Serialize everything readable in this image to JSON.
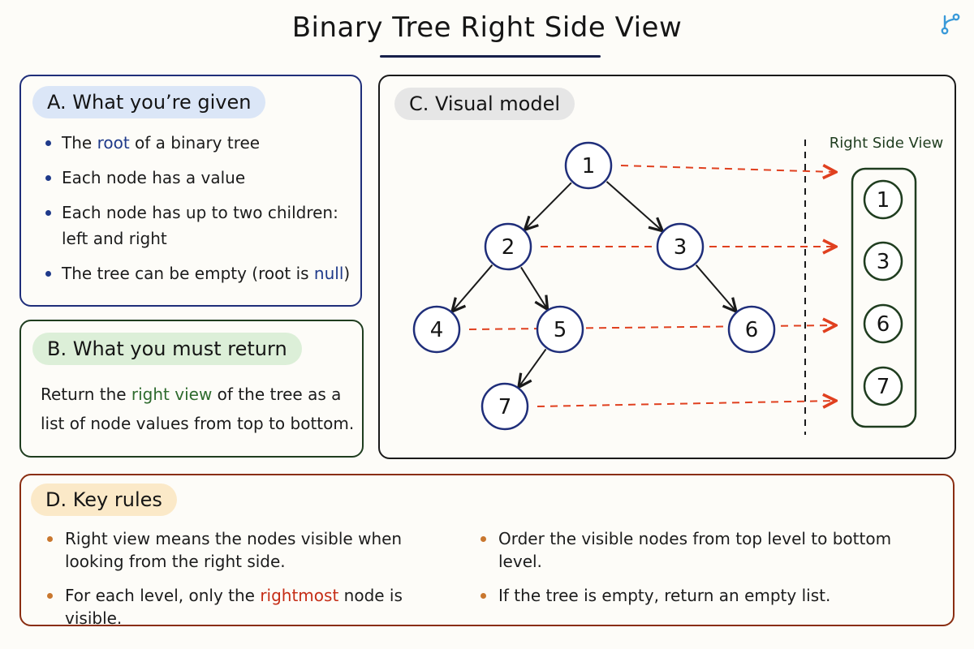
{
  "title": "Binary Tree Right Side View",
  "colors": {
    "accent_blue": "#1f3a8a",
    "accent_green": "#2e6b2e",
    "accent_red": "#c52d16",
    "arrow_red": "#e0401f",
    "node_border": "#1f2e7a"
  },
  "logo_icon": "branch-icon",
  "section_a": {
    "heading": "A. What you’re given",
    "items": [
      {
        "before": "The ",
        "highlight": "root",
        "after": " of a binary tree"
      },
      {
        "text": "Each node has a value"
      },
      {
        "text": "Each node has up to two children: left and right"
      },
      {
        "before": "The tree can be empty (root is ",
        "highlight": "null",
        "after": ")"
      }
    ]
  },
  "section_b": {
    "heading": "B. What you must return",
    "before": "Return the ",
    "highlight": "right view",
    "after": " of the tree as a list of node values from top to bottom."
  },
  "section_c": {
    "heading": "C. Visual model",
    "right_side_view_label": "Right Side View",
    "tree": {
      "nodes": [
        {
          "id": "n1",
          "label": "1",
          "level": 0
        },
        {
          "id": "n2",
          "label": "2",
          "level": 1
        },
        {
          "id": "n3",
          "label": "3",
          "level": 1
        },
        {
          "id": "n4",
          "label": "4",
          "level": 2
        },
        {
          "id": "n5",
          "label": "5",
          "level": 2
        },
        {
          "id": "n6",
          "label": "6",
          "level": 2
        },
        {
          "id": "n7",
          "label": "7",
          "level": 3
        }
      ],
      "edges": [
        [
          "n1",
          "n2"
        ],
        [
          "n1",
          "n3"
        ],
        [
          "n2",
          "n4"
        ],
        [
          "n2",
          "n5"
        ],
        [
          "n3",
          "n6"
        ],
        [
          "n5",
          "n7"
        ]
      ]
    },
    "right_view_values": [
      "1",
      "3",
      "6",
      "7"
    ]
  },
  "section_d": {
    "heading": "D. Key rules",
    "left": [
      {
        "text": "Right view means the nodes visible when looking from the right side."
      },
      {
        "before": "For each level, only the ",
        "highlight": "rightmost",
        "after": " node is visible."
      }
    ],
    "right": [
      {
        "text": "Order the visible nodes from top level to bottom level."
      },
      {
        "text": "If the tree is empty, return an empty list."
      }
    ]
  }
}
